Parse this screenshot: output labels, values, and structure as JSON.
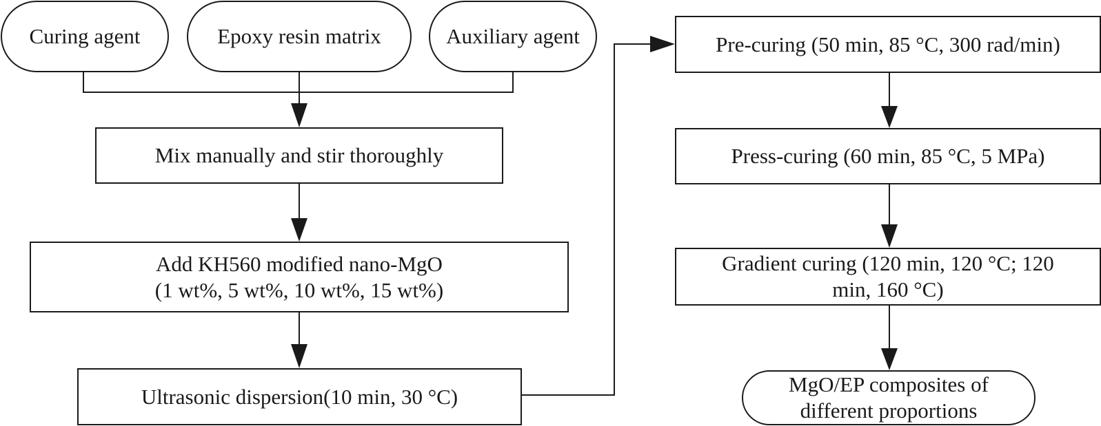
{
  "diagram": {
    "inputs": {
      "curing_agent": "Curing agent",
      "epoxy_resin": "Epoxy resin matrix",
      "auxiliary_agent": "Auxiliary agent"
    },
    "steps": {
      "mix": "Mix manually and stir thoroughly",
      "add_mgo": "Add KH560 modified nano-MgO\n(1 wt%, 5 wt%, 10 wt%, 15 wt%)",
      "ultrasonic": "Ultrasonic dispersion(10 min, 30 °C)",
      "pre_curing": "Pre-curing (50 min, 85 °C, 300 rad/min)",
      "press_curing": "Press-curing (60 min, 85 °C, 5 MPa)",
      "gradient_curing": "Gradient curing (120 min, 120 °C; 120\nmin, 160 °C)"
    },
    "output": "MgO/EP composites of\ndifferent proportions"
  }
}
